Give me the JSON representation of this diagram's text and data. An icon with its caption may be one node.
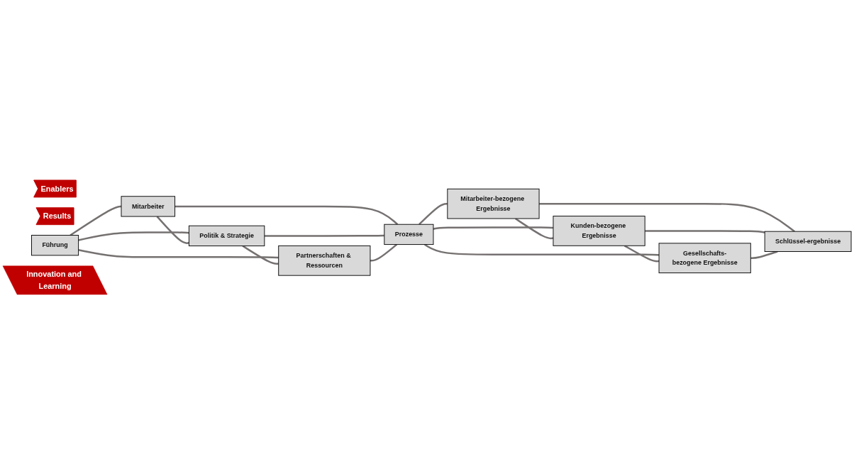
{
  "diagram": {
    "nodes": [
      {
        "text": [
          "Enablers"
        ]
      },
      {
        "text": [
          "Results"
        ]
      },
      {
        "text": [
          "Führung"
        ]
      },
      {
        "text": [
          "Mitarbeiter"
        ]
      },
      {
        "text": [
          "Politik & Strategie"
        ]
      },
      {
        "text": [
          "Partnerschaften & Ressourcen"
        ]
      },
      {
        "text": [
          "Prozesse"
        ]
      },
      {
        "text": [
          "Mitarbeiter-bezogene Ergebnisse"
        ]
      },
      {
        "text": [
          "Kunden-bezogene Ergebnisse"
        ]
      },
      {
        "text": [
          "Gesellschafts-bezogene Ergebnisse"
        ]
      },
      {
        "text": [
          "Schlüssel-ergebnisse"
        ]
      },
      {
        "text": [
          "Innovation and Learning"
        ]
      }
    ],
    "edges": [
      {
        "from": 2,
        "to": 3,
        "arrow": "none"
      },
      {
        "from": 2,
        "to": 4,
        "arrow": "none"
      },
      {
        "from": 2,
        "to": 5,
        "arrow": "none"
      },
      {
        "from": 3,
        "to": 4,
        "arrow": "none"
      },
      {
        "from": 4,
        "to": 5,
        "arrow": "none"
      },
      {
        "from": 3,
        "to": 6,
        "arrow": "none"
      },
      {
        "from": 4,
        "to": 6,
        "arrow": "none"
      },
      {
        "from": 5,
        "to": 6,
        "arrow": "none"
      },
      {
        "from": 6,
        "to": 7,
        "arrow": "none"
      },
      {
        "from": 6,
        "to": 8,
        "arrow": "none"
      },
      {
        "from": 6,
        "to": 9,
        "arrow": "none"
      },
      {
        "from": 7,
        "to": 8,
        "arrow": "none"
      },
      {
        "from": 8,
        "to": 9,
        "arrow": "none"
      },
      {
        "from": 7,
        "to": 10,
        "arrow": "none"
      },
      {
        "from": 8,
        "to": 10,
        "arrow": "none"
      },
      {
        "from": 9,
        "to": 10,
        "arrow": "none"
      }
    ]
  }
}
